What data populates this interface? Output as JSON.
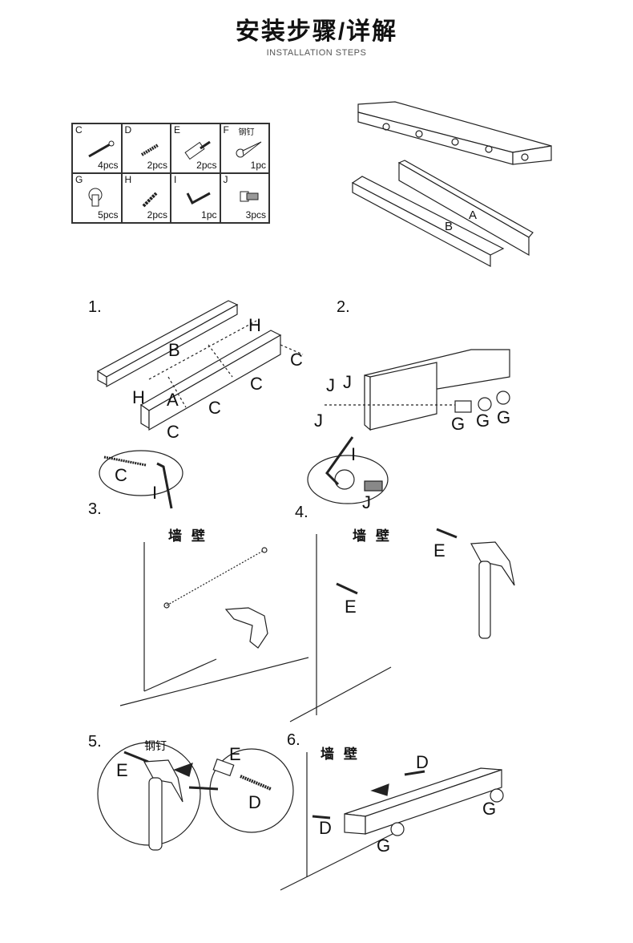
{
  "header": {
    "title": "安装步骤/详解",
    "subtitle": "INSTALLATION STEPS"
  },
  "parts": [
    {
      "letter": "C",
      "qty": "4pcs",
      "note": "",
      "icon": "screw-icon"
    },
    {
      "letter": "D",
      "qty": "2pcs",
      "note": "",
      "icon": "drill-screw-icon"
    },
    {
      "letter": "E",
      "qty": "2pcs",
      "note": "",
      "icon": "wall-anchor-icon"
    },
    {
      "letter": "F",
      "qty": "1pc",
      "note": "钢钉",
      "icon": "steel-nail-icon"
    },
    {
      "letter": "G",
      "qty": "5pcs",
      "note": "",
      "icon": "peg-hook-icon"
    },
    {
      "letter": "H",
      "qty": "2pcs",
      "note": "",
      "icon": "twist-screw-icon"
    },
    {
      "letter": "I",
      "qty": "1pc",
      "note": "",
      "icon": "allen-key-icon"
    },
    {
      "letter": "J",
      "qty": "3pcs",
      "note": "",
      "icon": "hex-bolt-icon"
    }
  ],
  "overview": {
    "label_b": "B",
    "label_a": "A"
  },
  "steps": {
    "s1": {
      "num": "1.",
      "B": "B",
      "H1": "H",
      "H2": "H",
      "A": "A",
      "C1": "C",
      "C2": "C",
      "C3": "C",
      "C4": "C",
      "Cz": "C",
      "Iz": "I"
    },
    "s2": {
      "num": "2.",
      "J1": "J",
      "J2": "J",
      "J3": "J",
      "G1": "G",
      "G2": "G",
      "G3": "G",
      "Iz": "I",
      "Jz": "J"
    },
    "s3": {
      "num": "3.",
      "wall": "墙  壁"
    },
    "s4": {
      "num": "4.",
      "wall": "墙  壁",
      "E1": "E",
      "E2": "E"
    },
    "s5": {
      "num": "5.",
      "nail": "钢钉",
      "E1": "E",
      "E2": "E",
      "D": "D"
    },
    "s6": {
      "num": "6.",
      "wall": "墙  壁",
      "D1": "D",
      "D2": "D",
      "G1": "G",
      "G2": "G"
    }
  }
}
